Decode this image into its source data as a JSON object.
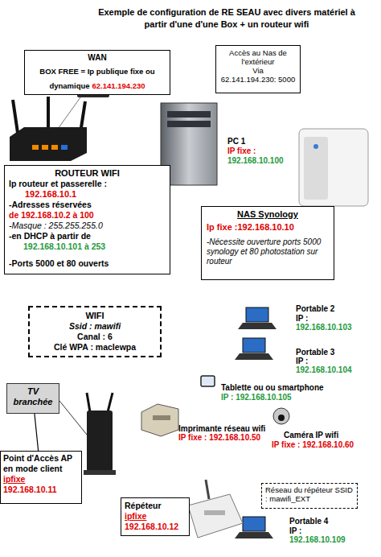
{
  "diagram": {
    "title": "Exemple de configuration de RE SEAU avec divers matériel à partir d'une d'une Box + un routeur wifi",
    "nodes": [
      {
        "text": [
          "WAN",
          "BOX FREE = Ip publique fixe ou dynamique",
          "62.141.194.230"
        ]
      },
      {
        "text": [
          "Accès au Nas de l'extérieur",
          "Via",
          "62.141.194.230: 5000"
        ]
      },
      {
        "text": [
          "ROUTEUR WIFI",
          "Ip routeur et passerelle :",
          "192.168.10.1",
          "-Adresses réservées",
          "de 192.168.10.2 à 100",
          "-Masque : 255.255.255.0",
          "-en DHCP à partir de",
          "192.168.10.101 à 253",
          "-Ports 5000 et 80 ouverts"
        ]
      },
      {
        "text": [
          "NAS Synology",
          "Ip fixe :192.168.10.10",
          "-Nécessite ouverture ports 5000 synology et 80 photostation sur routeur"
        ]
      },
      {
        "text": [
          "WIFI",
          "Ssid : mawifi",
          "Canal : 6",
          "Clé WPA : maclewpa"
        ]
      },
      {
        "text": [
          "TV branchée"
        ]
      },
      {
        "text": [
          "Point d'Accès AP en mode client",
          "ipfixe",
          "192.168.10.11"
        ]
      },
      {
        "text": [
          "Répéteur",
          "ipfixe",
          "192.168.10.12"
        ]
      },
      {
        "text": [
          "Réseau du répéteur SSID : mawifi_EXT"
        ]
      }
    ],
    "edges": [
      {
        "from": 5,
        "to": 6,
        "arrow": "none"
      }
    ],
    "labels": [
      "PC 1",
      "IP fixe :",
      "192.168.10.100",
      "Portable 2",
      "IP :",
      "192.168.10.103",
      "Portable 3",
      "IP :",
      "192.168.10.104",
      "Tablette ou ou smartphone",
      "IP : 192.168.10.105",
      "Imprimante réseau wifi",
      "IP fixe : 192.168.10.50",
      "Caméra IP wifi",
      "IP fixe : 192.168.10.60",
      "Portable 4",
      "IP :",
      "192.168.10.109"
    ]
  }
}
